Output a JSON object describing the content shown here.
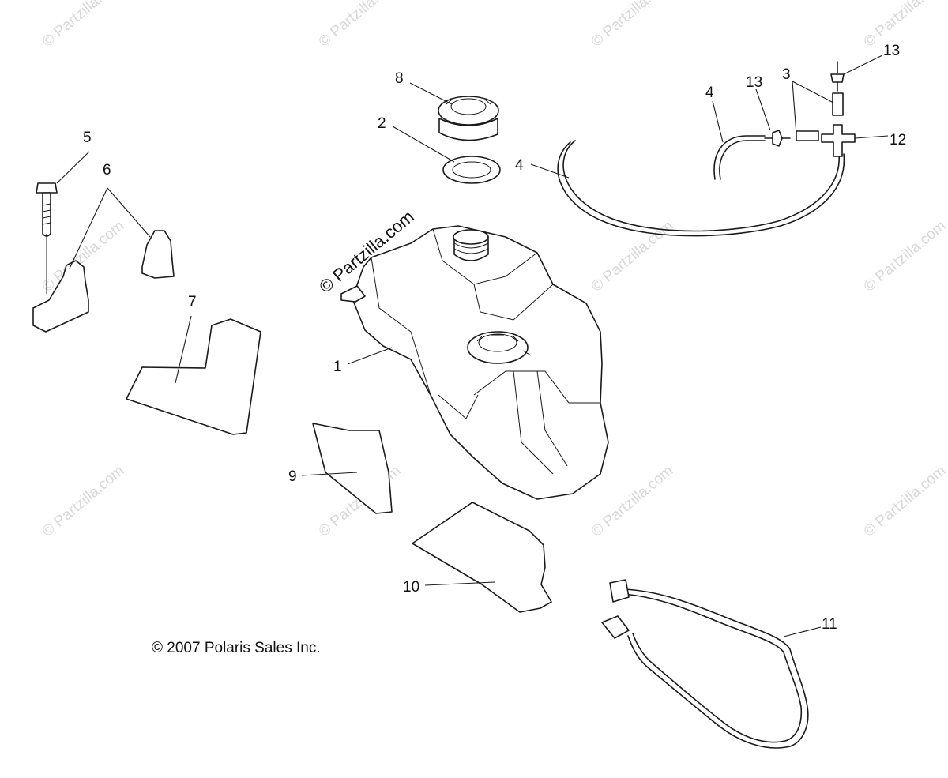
{
  "diagram": {
    "copyright": "© 2007 Polaris Sales Inc.",
    "watermark": "© Partzilla.com",
    "callouts": [
      "1",
      "2",
      "3",
      "4",
      "4",
      "5",
      "6",
      "7",
      "8",
      "9",
      "10",
      "11",
      "12",
      "13",
      "13"
    ]
  }
}
